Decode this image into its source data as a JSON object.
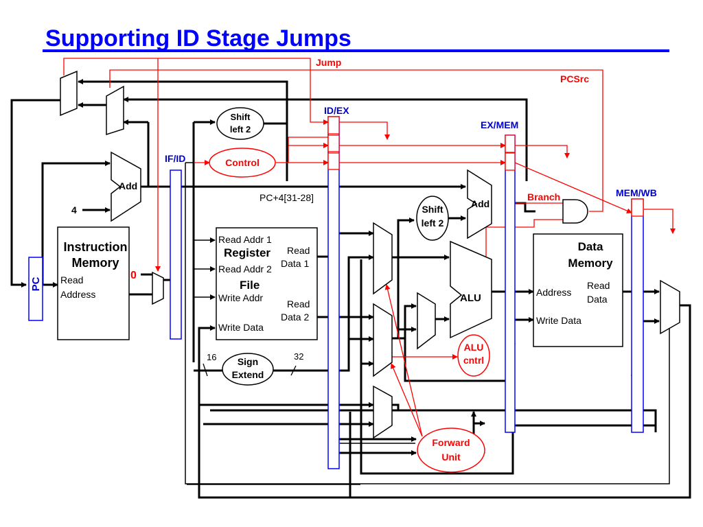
{
  "title": "Supporting ID Stage Jumps",
  "signals": {
    "jump": "Jump",
    "pcsrc": "PCSrc",
    "branch": "Branch",
    "pc_upper": "PC+4[31-28]"
  },
  "pipeline_registers": {
    "if_id": "IF/ID",
    "id_ex": "ID/EX",
    "ex_mem": "EX/MEM",
    "mem_wb": "MEM/WB"
  },
  "pc": {
    "label": "PC"
  },
  "instruction_memory": {
    "title_line1": "Instruction",
    "title_line2": "Memory",
    "port_line1": "Read",
    "port_line2": "Address"
  },
  "adders": {
    "if_add": "Add",
    "ex_add": "Add",
    "const_four": "4"
  },
  "flush_mux": {
    "zero": "0"
  },
  "register_file": {
    "read_addr_1": "Read Addr 1",
    "title_line1": "Register",
    "read_addr_2": "Read Addr 2",
    "title_line2": "File",
    "write_addr": "Write Addr",
    "write_data": "Write Data",
    "read_data1_line1": "Read",
    "read_data1_line2": "Data 1",
    "read_data2_line1": "Read",
    "read_data2_line2": "Data 2"
  },
  "shift_id": {
    "line1": "Shift",
    "line2": "left 2"
  },
  "shift_ex": {
    "line1": "Shift",
    "line2": "left 2"
  },
  "control": {
    "label": "Control"
  },
  "sign_extend": {
    "line1": "Sign",
    "line2": "Extend",
    "in_width": "16",
    "out_width": "32"
  },
  "alu": {
    "label": "ALU"
  },
  "alu_control": {
    "line1": "ALU",
    "line2": "cntrl"
  },
  "forward_unit": {
    "line1": "Forward",
    "line2": "Unit"
  },
  "data_memory": {
    "title_line1": "Data",
    "title_line2": "Memory",
    "address": "Address",
    "read_line1": "Read",
    "read_line2": "Data",
    "write_data": "Write Data"
  },
  "colors": {
    "title": "#0000ff",
    "control": "#ff0000",
    "pipeline": "#0000ff",
    "datapath": "#000000"
  }
}
